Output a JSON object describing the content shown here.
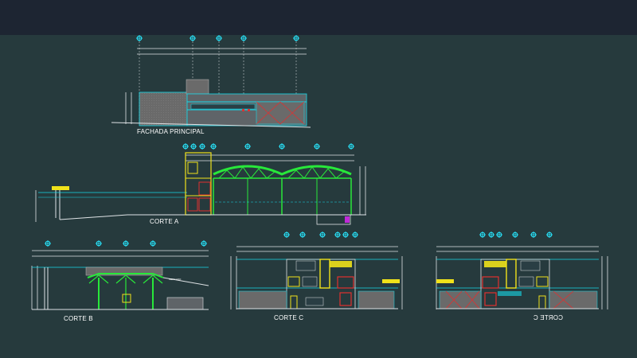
{
  "drawings": {
    "fachada_principal": "FACHADA PRINCIPAL",
    "corte_a": "CORTE A",
    "corte_b": "CORTE B",
    "corte_c": "CORTE C",
    "corte_c_mirrored": "CORTE C"
  },
  "colors": {
    "background": "#263a3d",
    "toolbar": "#1d2532",
    "dimension": "#dfe3e6",
    "cyan": "#16d9e8",
    "green": "#28e83a",
    "yellow": "#f0e21a",
    "red": "#e03030",
    "grey_fill": "#6a6a6a"
  }
}
